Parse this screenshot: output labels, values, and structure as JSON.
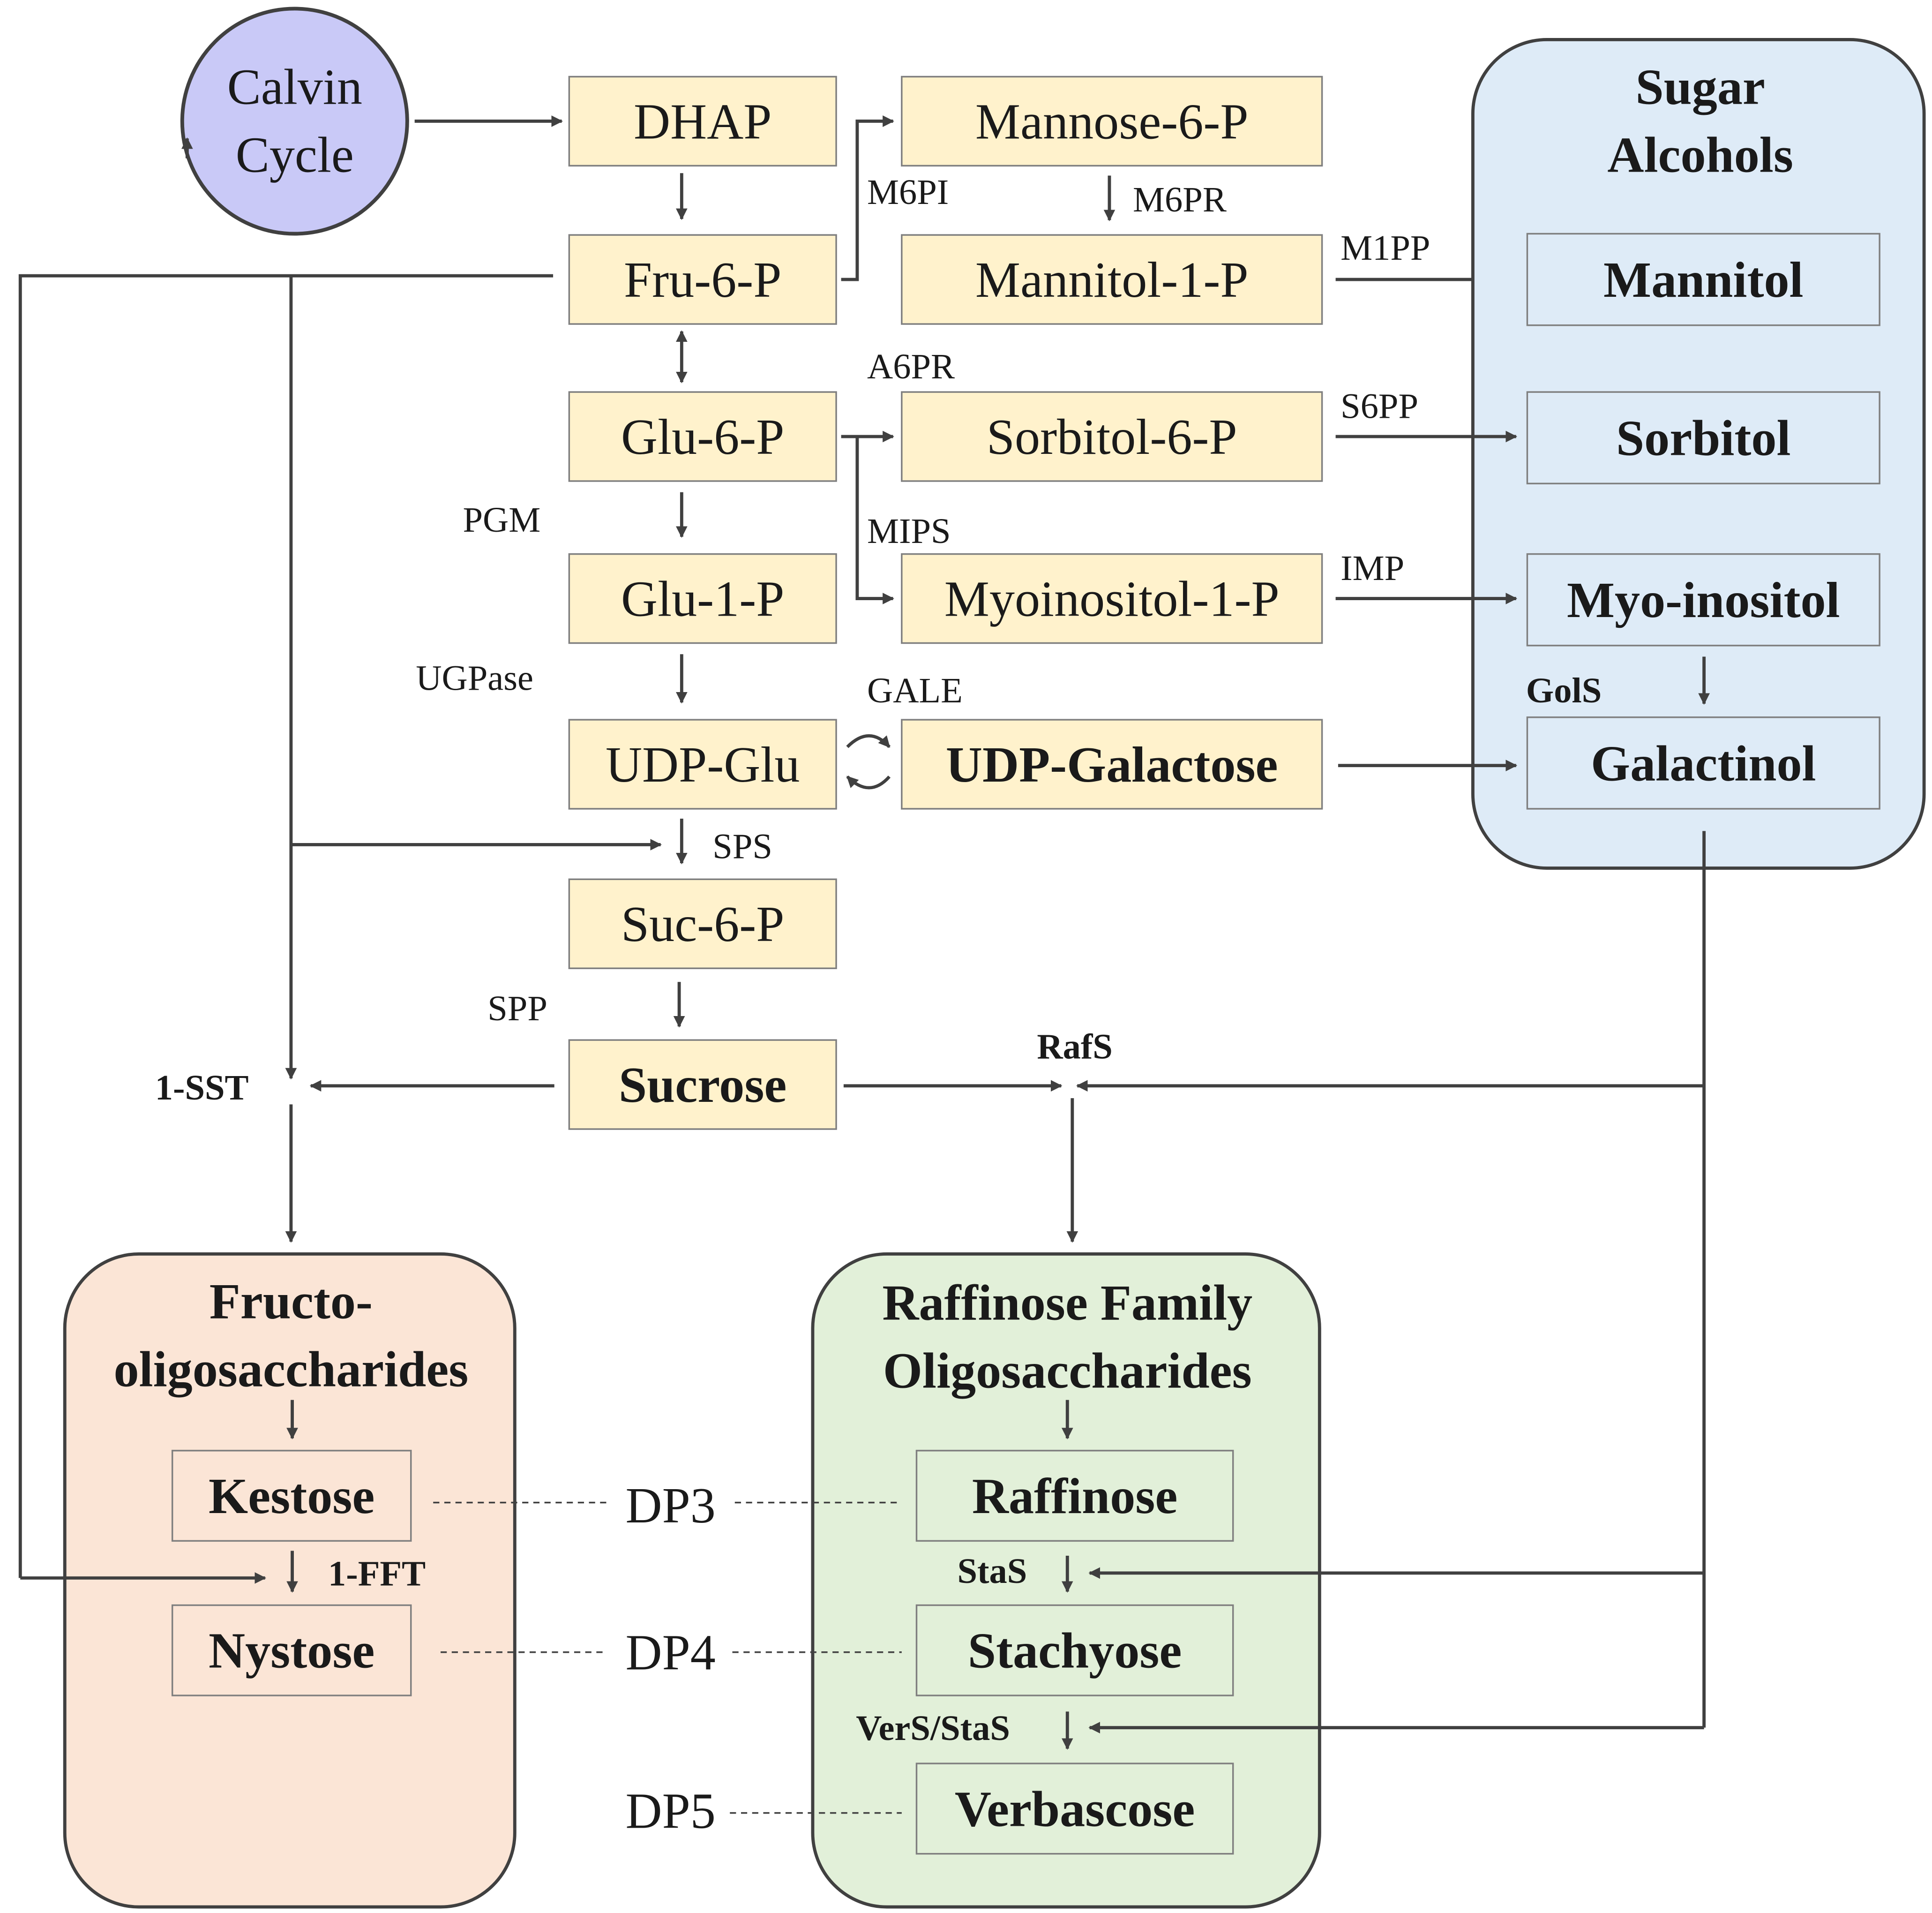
{
  "nodes": {
    "calvin": "Calvin\nCycle",
    "dhap": "DHAP",
    "mannose6p": "Mannose-6-P",
    "fru6p": "Fru-6-P",
    "mannitol1p": "Mannitol-1-P",
    "glu6p": "Glu-6-P",
    "sorbitol6p": "Sorbitol-6-P",
    "glu1p": "Glu-1-P",
    "myoinositol1p": "Myoinositol-1-P",
    "udpglu": "UDP-Glu",
    "udpgalactose": "UDP-Galactose",
    "suc6p": "Suc-6-P",
    "sucrose": "Sucrose"
  },
  "enzymes": {
    "m6pi": "M6PI",
    "m6pr": "M6PR",
    "m1pp": "M1PP",
    "a6pr": "A6PR",
    "s6pp": "S6PP",
    "pgm": "PGM",
    "mips": "MIPS",
    "imp": "IMP",
    "ugpase": "UGPase",
    "gale": "GALE",
    "gols": "GolS",
    "sps": "SPS",
    "spp": "SPP",
    "sst1": "1-SST",
    "rafs": "RafS",
    "fft1": "1-FFT",
    "stas": "StaS",
    "vers_stas": "VerS/StaS"
  },
  "groups": {
    "sugar_alcohols": {
      "title": "Sugar\nAlcohols",
      "items": [
        "Mannitol",
        "Sorbitol",
        "Myo-inositol",
        "Galactinol"
      ]
    },
    "fos": {
      "title": "Fructo-\noligosaccharides",
      "items": [
        "Kestose",
        "Nystose"
      ]
    },
    "rfo": {
      "title": "Raffinose Family\nOligosaccharides",
      "items": [
        "Raffinose",
        "Stachyose",
        "Verbascose"
      ]
    }
  },
  "dp": [
    "DP3",
    "DP4",
    "DP5"
  ],
  "colors": {
    "yellow_box": "#fff2cc",
    "blue_group": "#deebf7",
    "orange_group": "#fbe5d6",
    "green_group": "#e2f0d9",
    "calvin_fill": "#c9c9f7",
    "line": "#404040"
  }
}
